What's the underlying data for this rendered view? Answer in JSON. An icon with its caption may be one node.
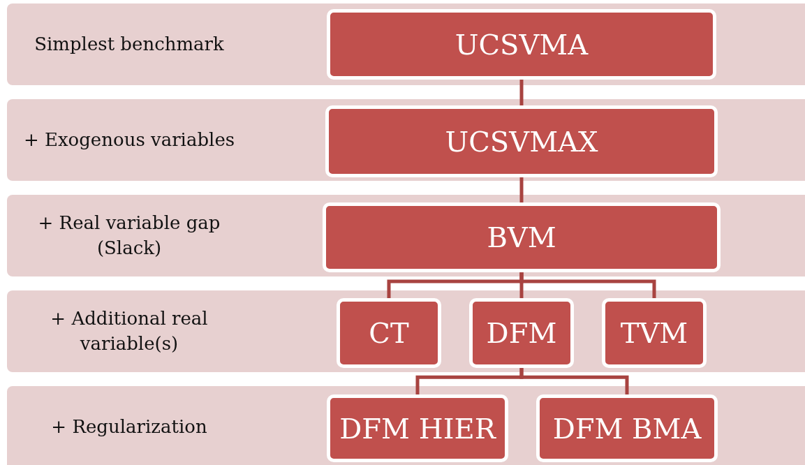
{
  "diagram": {
    "nodes": [
      {
        "text": [
          "Simplest benchmark"
        ]
      },
      {
        "text": [
          "UCSVMA"
        ],
        "in": 0
      },
      {
        "text": [
          "+ Exogenous variables"
        ]
      },
      {
        "text": [
          "UCSVMAX"
        ],
        "in": 2
      },
      {
        "text": [
          "+ Real variable gap (Slack)"
        ]
      },
      {
        "text": [
          "BVM"
        ],
        "in": 4
      },
      {
        "text": [
          "+ Additional real variable(s)"
        ]
      },
      {
        "text": [
          "CT"
        ],
        "in": 6
      },
      {
        "text": [
          "DFM"
        ],
        "in": 6
      },
      {
        "text": [
          "TVM"
        ],
        "in": 6
      },
      {
        "text": [
          "+ Regularization"
        ]
      },
      {
        "text": [
          "DFM HIER"
        ],
        "in": 10
      },
      {
        "text": [
          "DFM BMA"
        ],
        "in": 10
      }
    ],
    "edges": [
      {
        "from": 1,
        "to": 3,
        "arrow": "none"
      },
      {
        "from": 3,
        "to": 5,
        "arrow": "none"
      },
      {
        "from": 5,
        "to": 7,
        "arrow": "none"
      },
      {
        "from": 5,
        "to": 8,
        "arrow": "none"
      },
      {
        "from": 5,
        "to": 9,
        "arrow": "none"
      },
      {
        "from": 8,
        "to": 11,
        "arrow": "none"
      },
      {
        "from": 8,
        "to": 12,
        "arrow": "none"
      }
    ]
  }
}
